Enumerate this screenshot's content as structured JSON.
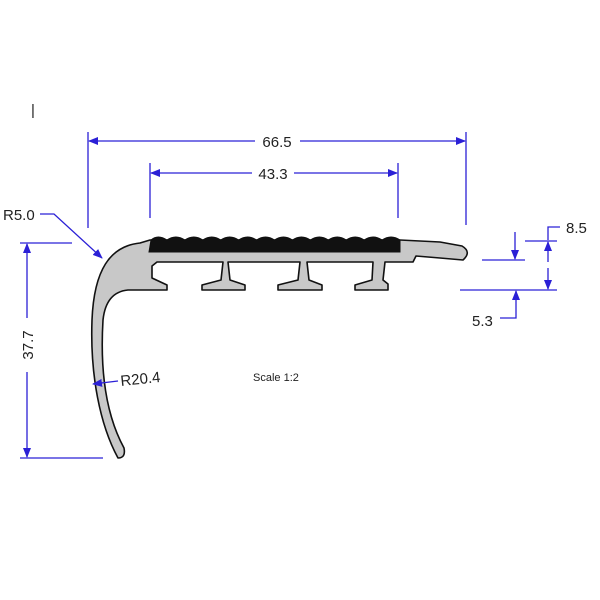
{
  "drawing": {
    "cursor_mark": "|",
    "scale_note": "Scale 1:2",
    "dimensions": {
      "overall_width": "66.5",
      "insert_width": "43.3",
      "corner_radius": "R5.0",
      "nose_height": "37.7",
      "nose_radius": "R20.4",
      "lip_height": "8.5",
      "lip_offset": "5.3"
    },
    "colors": {
      "dimension_lines": "#2b20d6",
      "profile_fill": "#c8c8c8",
      "insert_fill": "#111111"
    }
  }
}
